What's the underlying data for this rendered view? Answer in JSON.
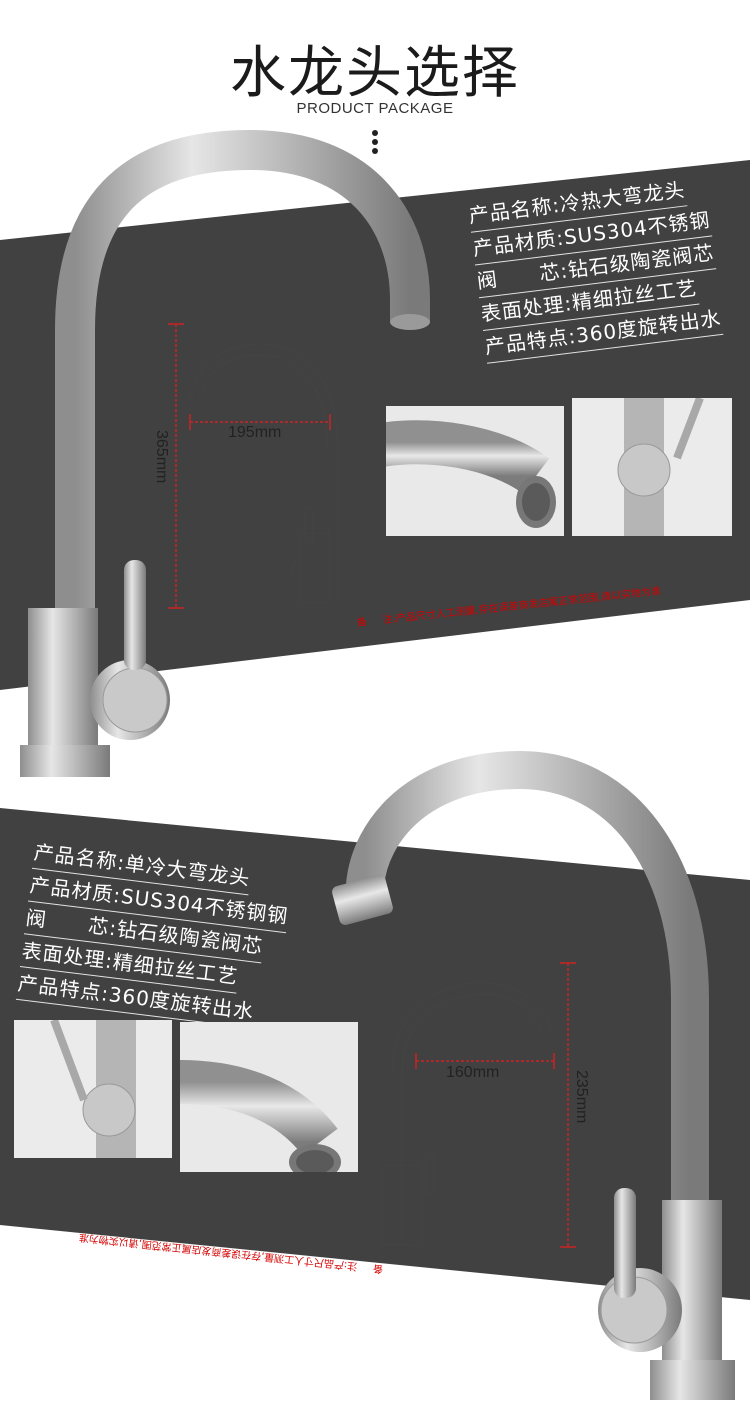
{
  "header": {
    "title": "水龙头选择",
    "subtitle": "PRODUCT PACKAGE"
  },
  "product1": {
    "specs": [
      "产品名称:冷热大弯龙头",
      "产品材质:SUS304不锈钢",
      "阀　　芯:钻石级陶瓷阀芯",
      "表面处理:精细拉丝工艺",
      "产品特点:360度旋转出水"
    ],
    "height_label": "365mm",
    "width_label": "195mm",
    "note_mark": "备",
    "note": "注:产品尺寸人工测量,存在误差商发店属正常范围,请以实物为准"
  },
  "product2": {
    "specs": [
      "产品名称:单冷大弯龙头",
      "产品材质:SUS304不锈钢钢",
      "阀　　芯:钻石级陶瓷阀芯",
      "表面处理:精细拉丝工艺",
      "产品特点:360度旋转出水"
    ],
    "height_label": "235mm",
    "width_label": "160mm",
    "note_mark": "备",
    "note": "注:产品尺寸人工测量,存在误差商发店属正常范围,请以实物为准"
  },
  "colors": {
    "panel": "#414141",
    "accent_red": "#d40000",
    "steel_light": "#d9d9d9",
    "steel_dark": "#8a8a8a"
  }
}
